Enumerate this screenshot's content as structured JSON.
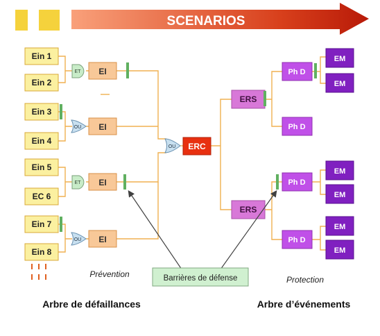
{
  "banner": {
    "title": "SCENARIOS"
  },
  "inputs": [
    "Ein 1",
    "Ein 2",
    "Ein 3",
    "Ein 4",
    "Ein 5",
    "EC 6",
    "Ein 7",
    "Ein 8"
  ],
  "gates": {
    "and": "ET",
    "or": "OU"
  },
  "intermediate_event": "EI",
  "central_event": "ERC",
  "secondary_events": [
    "ERS",
    "ERS"
  ],
  "phenomena": "Ph D",
  "major_effect": "EM",
  "labels": {
    "prevention": "Prévention",
    "protection": "Protection",
    "barriers": "Barrières de défense",
    "fault_tree": "Arbre de défaillances",
    "event_tree": "Arbre d’événements"
  },
  "colors": {
    "input_fill": "#fbf0a0",
    "input_stroke": "#d8a838",
    "ei_fill": "#f8c898",
    "ei_stroke": "#d89048",
    "gate_and": "#c8ecc8",
    "gate_or": "#c8e0f0",
    "erc": "#e83010",
    "ers": "#d878d8",
    "phd": "#c050e8",
    "em": "#8020c0",
    "barrier": "#60b060",
    "line": "#f0b050",
    "banner_start": "#f9a07a",
    "banner_end": "#b81a08",
    "square": "#f5d23c"
  }
}
